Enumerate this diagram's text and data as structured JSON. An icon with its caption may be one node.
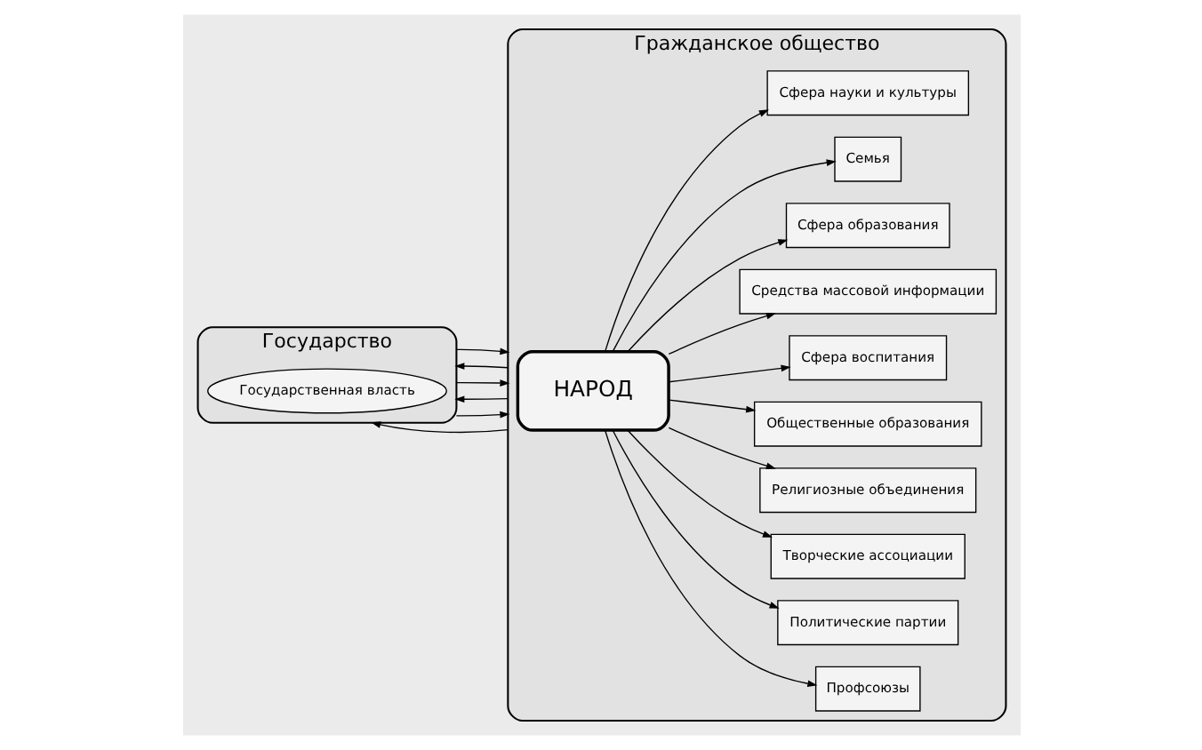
{
  "diagram": {
    "nodes": [
      {
        "text": [
          "Государство"
        ]
      },
      {
        "text": [
          "Государственная власть"
        ],
        "in": 0
      },
      {
        "text": [
          "Гражданское общество"
        ]
      },
      {
        "text": [
          "Профсоюзы"
        ],
        "in": 2
      },
      {
        "text": [
          "Политические партии"
        ],
        "in": 2
      },
      {
        "text": [
          "Творческие ассоциации"
        ],
        "in": 2
      },
      {
        "text": [
          "Религиозные объединения"
        ],
        "in": 2
      },
      {
        "text": [
          "Общественные образования"
        ],
        "in": 2
      },
      {
        "text": [
          "НАРОД"
        ],
        "in": 2
      },
      {
        "text": [
          "Сфера воспитания"
        ],
        "in": 2
      },
      {
        "text": [
          "Средства массовой информации"
        ],
        "in": 2
      },
      {
        "text": [
          "Сфера образования"
        ],
        "in": 2
      },
      {
        "text": [
          "Семья"
        ],
        "in": 2
      },
      {
        "text": [
          "Сфера науки и культуры"
        ],
        "in": 2
      }
    ],
    "edges": [
      {
        "from": 2,
        "to": 0,
        "arrow": "to"
      },
      {
        "from": 0,
        "to": 2,
        "arrow": "to"
      },
      {
        "from": 2,
        "to": 0,
        "arrow": "to"
      },
      {
        "from": 0,
        "to": 2,
        "arrow": "to"
      },
      {
        "from": 2,
        "to": 0,
        "arrow": "to"
      },
      {
        "from": 0,
        "to": 2,
        "arrow": "to"
      },
      {
        "from": 8,
        "to": 3,
        "arrow": "to"
      },
      {
        "from": 8,
        "to": 4,
        "arrow": "to"
      },
      {
        "from": 8,
        "to": 5,
        "arrow": "to"
      },
      {
        "from": 8,
        "to": 6,
        "arrow": "to"
      },
      {
        "from": 8,
        "to": 7,
        "arrow": "to"
      },
      {
        "from": 8,
        "to": 9,
        "arrow": "to"
      },
      {
        "from": 8,
        "to": 10,
        "arrow": "to"
      },
      {
        "from": 8,
        "to": 11,
        "arrow": "to"
      },
      {
        "from": 8,
        "to": 12,
        "arrow": "to"
      },
      {
        "from": 8,
        "to": 13,
        "arrow": "to"
      }
    ]
  }
}
